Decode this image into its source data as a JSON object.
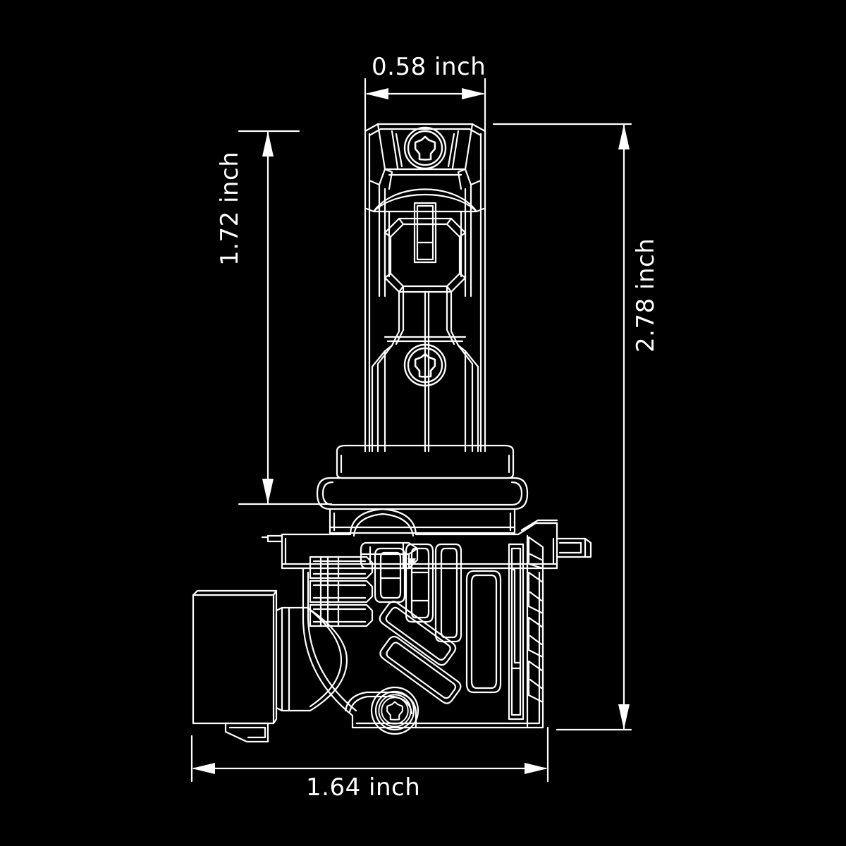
{
  "drawing": {
    "type": "technical-dimension-drawing",
    "subject": "LED headlight bulb",
    "background_color": "#000000",
    "line_color": "#ffffff",
    "units": "inch"
  },
  "dimensions": {
    "width": {
      "label": "0.58 inch",
      "value": 0.58,
      "unit": "inch",
      "orientation": "horizontal",
      "position": "top",
      "measures": "bulb shaft width"
    },
    "height_upper": {
      "label": "1.72 inch",
      "value": 1.72,
      "unit": "inch",
      "orientation": "vertical",
      "position": "left",
      "measures": "bulb shaft height above flange"
    },
    "height_total": {
      "label": "2.78 inch",
      "value": 2.78,
      "unit": "inch",
      "orientation": "vertical",
      "position": "right",
      "measures": "overall height"
    },
    "depth": {
      "label": "1.64 inch",
      "value": 1.64,
      "unit": "inch",
      "orientation": "horizontal",
      "position": "bottom",
      "measures": "overall depth including connector"
    }
  },
  "parts": {
    "top_screw": "torx-screw-top",
    "mid_screw": "torx-screw-middle",
    "bottom_screw": "torx-screw-bottom",
    "led_chip": "led-emitter-plate",
    "collar": "base-collar",
    "flange": "mounting-flange",
    "heatsink": "heat-sink-body",
    "connector": "power-connector-plug",
    "fins": "cooling-fins"
  }
}
